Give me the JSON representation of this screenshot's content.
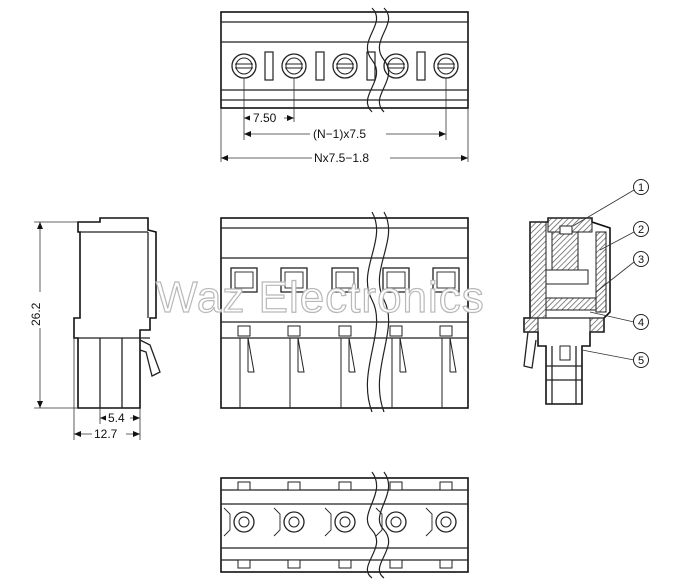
{
  "dimensions": {
    "top_pitch": "7.50",
    "top_span": "(N−1)x7.5",
    "top_total": "Nx7.5−1.8",
    "side_height": "26.2",
    "side_small": "5.4",
    "side_width": "12.7"
  },
  "callouts": [
    "1",
    "2",
    "3",
    "4",
    "5"
  ],
  "watermark": "Waz Electronics",
  "colors": {
    "line": "#222222",
    "watermark_outline": "#b8b8b8",
    "hatch": "#555555"
  }
}
